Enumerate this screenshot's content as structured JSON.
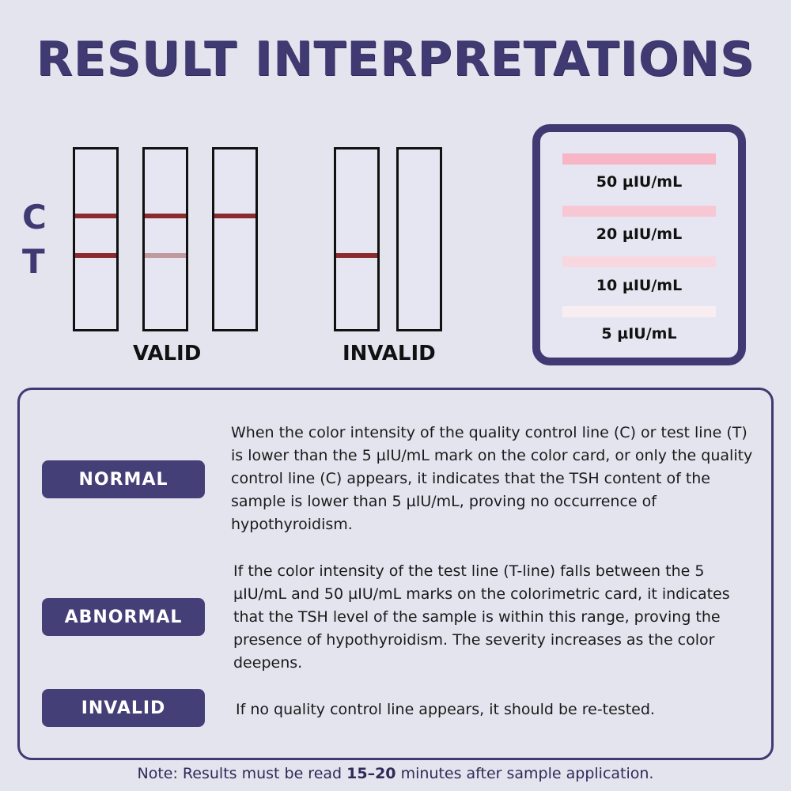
{
  "title": "RESULT INTERPRETATIONS",
  "axis_labels": {
    "control": "C",
    "test": "T"
  },
  "colors": {
    "brand": "#3f3a72",
    "strong_line": "#8b2b2e",
    "faint_line": "#c09a9e"
  },
  "strip_groups": {
    "valid": {
      "caption": "VALID",
      "strips": [
        {
          "control_line": "strong",
          "test_line": "strong"
        },
        {
          "control_line": "strong",
          "test_line": "faint"
        },
        {
          "control_line": "strong",
          "test_line": "none"
        }
      ]
    },
    "invalid": {
      "caption": "INVALID",
      "strips": [
        {
          "control_line": "none",
          "test_line": "strong"
        },
        {
          "control_line": "none",
          "test_line": "none"
        }
      ]
    }
  },
  "color_card": {
    "levels": [
      {
        "label": "50 µIU/mL",
        "color": "#f6b6c5"
      },
      {
        "label": "20 µIU/mL",
        "color": "#f7c8d3"
      },
      {
        "label": "10 µIU/mL",
        "color": "#f8d8e0"
      },
      {
        "label": "5 µIU/mL",
        "color": "#f8eef2"
      }
    ]
  },
  "interpretations": [
    {
      "badge": "NORMAL",
      "text": "When the color intensity of the quality control line (C) or test line (T) is lower than the 5 µIU/mL mark on the color card, or only the quality control line (C) appears, it indicates that the TSH content of the sample is lower than 5 µIU/mL, proving no occurrence of hypothyroidism."
    },
    {
      "badge": "ABNORMAL",
      "text": "If the color intensity of the test line (T-line) falls between the 5 µIU/mL and 50 µIU/mL marks on the colorimetric card, it indicates that the TSH level of the sample is within this range, proving the presence of hypothyroidism. The severity increases as the color deepens."
    },
    {
      "badge": "INVALID",
      "text": "If no quality control line appears, it should be re-tested."
    }
  ],
  "note": {
    "prefix": "Note: Results must be read ",
    "emphasis": "15–20",
    "suffix": " minutes after sample application."
  }
}
